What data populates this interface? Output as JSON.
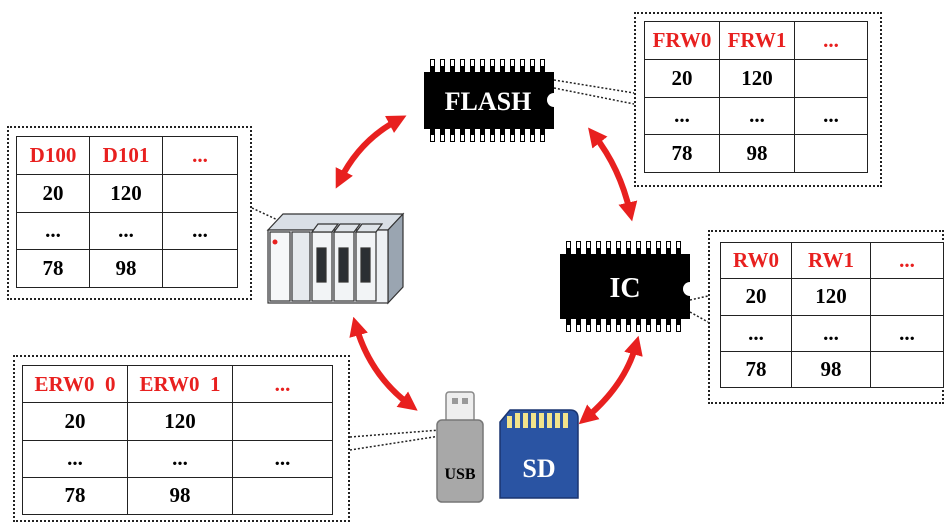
{
  "colors": {
    "accent": "#e8201f",
    "chip": "#000000",
    "sd_blue": "#2a54a3"
  },
  "devices": {
    "flash": {
      "label": "FLASH",
      "icon": "flash-chip-icon"
    },
    "ic": {
      "label": "IC",
      "icon": "ic-chip-icon"
    },
    "plc": {
      "icon": "plc-rack-icon"
    },
    "usb": {
      "label": "USB",
      "icon": "usb-drive-icon"
    },
    "sd": {
      "label": "SD",
      "icon": "sd-card-icon"
    }
  },
  "tables": {
    "plc": {
      "headers": [
        "D100",
        "D101",
        "..."
      ],
      "rows": [
        [
          "20",
          "120",
          ""
        ],
        [
          "...",
          "...",
          "..."
        ],
        [
          "78",
          "98",
          ""
        ]
      ]
    },
    "flash": {
      "headers": [
        "FRW0",
        "FRW1",
        "..."
      ],
      "rows": [
        [
          "20",
          "120",
          ""
        ],
        [
          "...",
          "...",
          "..."
        ],
        [
          "78",
          "98",
          ""
        ]
      ]
    },
    "ic": {
      "headers": [
        "RW0",
        "RW1",
        "..."
      ],
      "rows": [
        [
          "20",
          "120",
          ""
        ],
        [
          "...",
          "...",
          "..."
        ],
        [
          "78",
          "98",
          ""
        ]
      ]
    },
    "usb": {
      "headers": [
        "ERW0  0",
        "ERW0  1",
        "..."
      ],
      "rows": [
        [
          "20",
          "120",
          ""
        ],
        [
          "...",
          "...",
          "..."
        ],
        [
          "78",
          "98",
          ""
        ]
      ]
    }
  }
}
